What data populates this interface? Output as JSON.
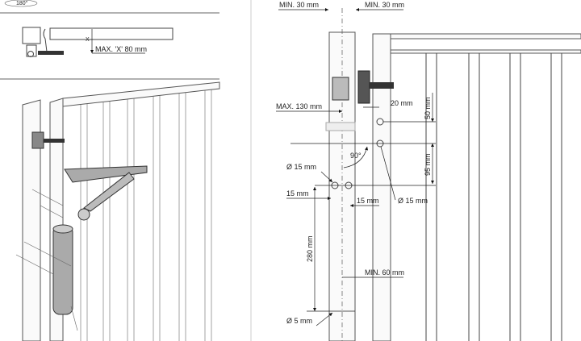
{
  "top_left": {
    "rotation_label": "180°",
    "max_x_label": "MAX. 'X' 80 mm",
    "x_marker": "X"
  },
  "right": {
    "min_30_left": "MIN. 30 mm",
    "min_30_right": "MIN. 30 mm",
    "max_130": "MAX. 130 mm",
    "d20": "20 mm",
    "d50": "50 mm",
    "angle": "90°",
    "d95": "95 mm",
    "dia15_left": "Ø 15 mm",
    "d15_left": "15 mm",
    "d15_mid": "15 mm",
    "dia15_right": "Ø 15 mm",
    "d280": "280 mm",
    "min_60": "MIN. 60 mm",
    "dia5": "Ø 5 mm"
  }
}
